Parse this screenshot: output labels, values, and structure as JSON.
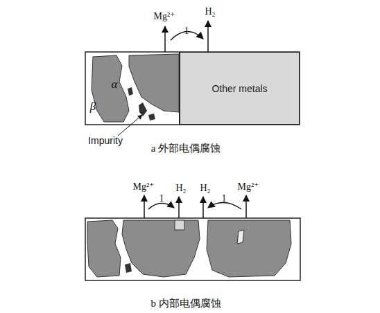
{
  "diagram": {
    "nodes": [
      {
        "text": [
          "Other metals"
        ]
      }
    ],
    "edges": [],
    "labels": [
      "Mg²⁺",
      "H₂",
      "1",
      "α",
      "β",
      "Impurity",
      "a 外部电偶腐蚀",
      "Mg²⁺",
      "H₂",
      "1",
      "H₂",
      "Mg²⁺",
      "1",
      "b 内部电偶腐蚀"
    ]
  }
}
